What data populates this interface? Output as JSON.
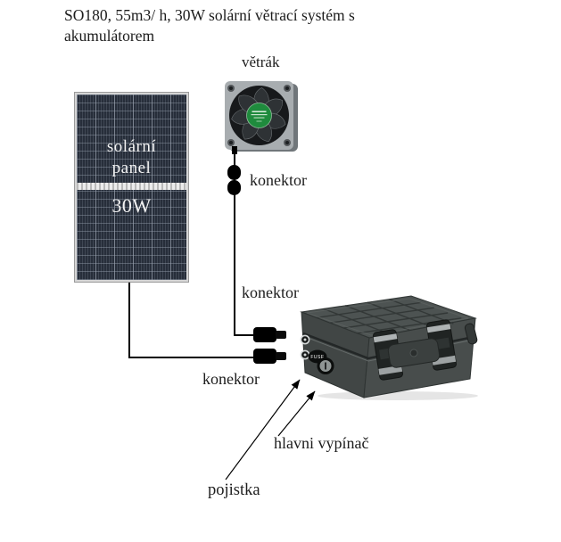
{
  "title": "SO180, 55m3/ h, 30W solární větrací systém s akumulátorem",
  "fan": {
    "label": "větrák"
  },
  "solar_panel": {
    "name_line1": "solární",
    "name_line2": "panel",
    "power": "30W"
  },
  "connectors": {
    "fan_cable": "konektor",
    "case_top": "konektor",
    "case_bottom": "konektor"
  },
  "battery_case": {
    "fuse_print": "FUSE",
    "switch_label": "hlavni vypínač",
    "fuse_label": "pojistka"
  },
  "colors": {
    "background": "#ffffff",
    "panel_navy": "#272e3a",
    "case_gray": "#4a4f4e",
    "hub_green": "#1f8b3d",
    "wire_black": "#000000"
  }
}
